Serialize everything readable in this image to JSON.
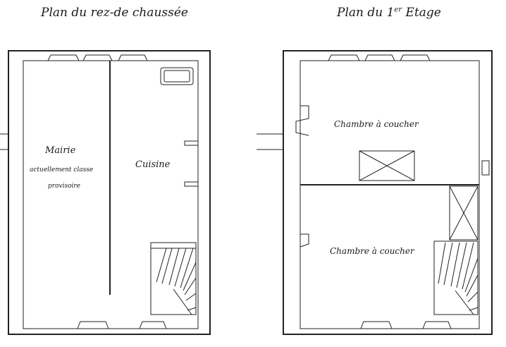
{
  "titles": {
    "ground_floor": "Plan du rez-de chaussée",
    "first_floor_main": "Plan du 1",
    "first_floor_sup": "er",
    "first_floor_tail": " Etage"
  },
  "rooms": {
    "mairie_line1": "Mairie",
    "mairie_line2": "actuellement classe",
    "mairie_line3": "provisoire",
    "cuisine": "Cuisine",
    "chambre_top": "Chambre à coucher",
    "chambre_bottom": "Chambre à coucher"
  }
}
